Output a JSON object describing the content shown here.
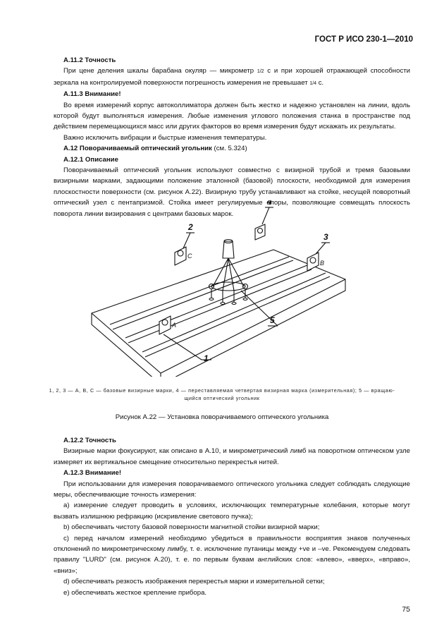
{
  "header": {
    "doc_id": "ГОСТ Р ИСО 230-1—2010"
  },
  "sections_top": {
    "a11_2_title": "А.11.2 Точность",
    "a11_2_p1_a": "При цене деления шкалы барабана окуляр — микрометр  ",
    "a11_2_p1_frac1": "1/2",
    "a11_2_p1_b": " с и при хорошей отражающей способности зеркала на контролируемой поверхности погрешность измерения не превышает ",
    "a11_2_p1_frac2": "1/4",
    "a11_2_p1_c": " с.",
    "a11_3_title": "А.11.3 Внимание!",
    "a11_3_p1": "Во время измерений корпус автоколлиматора должен быть жестко и надежно установлен на линии, вдоль которой будут выполняться измерения. Любые изменения углового положения станка в пространстве под действием перемещающихся масс или других факторов во время измерения будут искажать их результаты.",
    "a11_3_p2": "Важно исключить вибрации и быстрые изменения температуры.",
    "a12_title": "А.12 Поворачиваемый оптический угольник",
    "a12_ref": " (см. 5.324)",
    "a12_1_title": "А.12.1 Описание",
    "a12_1_p1": "Поворачиваемый оптический угольник используют совместно с визирной трубой и тремя базовыми визирными марками, задающими положение эталонной (базовой) плоскости, необходимой для измерения плоскостности поверхности (см. рисунок А.22). Визирную трубу устанавливают на стойке, несущей поворотный оптический узел с пентапризмой. Стойка имеет регулируемые опоры, позволяющие совмещать плоскость поворота линии визирования с центрами базовых марок."
  },
  "figure": {
    "labels": {
      "n1": "1",
      "n2": "2",
      "n3": "3",
      "n4": "4",
      "n5": "5",
      "A": "A",
      "B": "B",
      "C": "C"
    },
    "legend_line1": "1, 2, 3 — А, В, С — базовые визирные марки, 4 — переставляемая четвертая визирная марка (измерительная); 5 — вращаю-",
    "legend_line2": "щийся оптический угольник",
    "caption": "Рисунок А.22 — Установка поворачиваемого  оптического угольника"
  },
  "sections_bottom": {
    "a12_2_title": "А.12.2 Точность",
    "a12_2_p1": "Визирные марки фокусируют, как описано в  А.10, и микрометрический лимб на поворотном оптическом узле измеряет их вертикальное смещение  относительно перекрестья нитей.",
    "a12_3_title": "А.12.3 Внимание!",
    "a12_3_p1": "При использовании для измерения поворачиваемого оптического угольника следует соблюдать следующие меры, обеспечивающие точность измерения:",
    "item_a": "а) измерение следует проводить в условиях, исключающих температурные колебания, которые могут вызвать излишнюю рефракцию (искривление светового пучка);",
    "item_b": "b) обеспечивать чистоту базовой поверхности магнитной стойки визирной марки;",
    "item_c": "c) перед началом  измерений  необходимо  убедиться в правильности восприятия знаков полученных отклонений по  микрометрическому   лимбу,  т. е.  исключение  путаницы  между  +ve  и  –ve.  Рекомендуем следовать правилу \"LURD\" (см. рисунок А.20), т. е. по первым буквам английских слов: «влево», «вверх», «вправо», «вниз»;",
    "item_d": "d) обеспечивать резкость изображения перекрестья марки и измерительной сетки;",
    "item_e": "е) обеспечивать жесткое крепление прибора."
  },
  "footer": {
    "page_number": "75"
  }
}
